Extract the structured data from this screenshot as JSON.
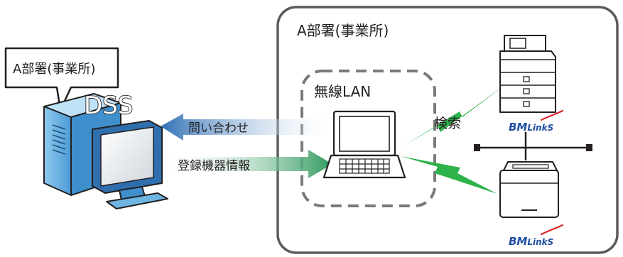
{
  "office_label": "A部署(事業所)",
  "speech_label": "A部署(事業所)",
  "server_label": "DSS",
  "wlan_label": "無線LAN",
  "arrow_query_label": "問い合わせ",
  "arrow_info_label": "登録機器情報",
  "search_label": "検索",
  "brand_top": {
    "bm": "BM",
    "links": "LinkS"
  },
  "brand_bottom": {
    "bm": "BM",
    "links": "LinkS"
  },
  "colors": {
    "computer_body": "#6fb5e3",
    "computer_dark": "#3a85c1",
    "arrow_blue": "#3f7fc0",
    "arrow_green": "#3f9a63",
    "lightning": "#2eb24a",
    "panel_border": "#5b5b5b",
    "dashed_border": "#7a7a7a",
    "brand_blue": "#1f4ea3",
    "brand_red": "#d9252a"
  },
  "icons": [
    "desktop-computer-icon",
    "laptop-icon",
    "multifunction-printer-icon",
    "printer-icon",
    "lightning-icon"
  ]
}
